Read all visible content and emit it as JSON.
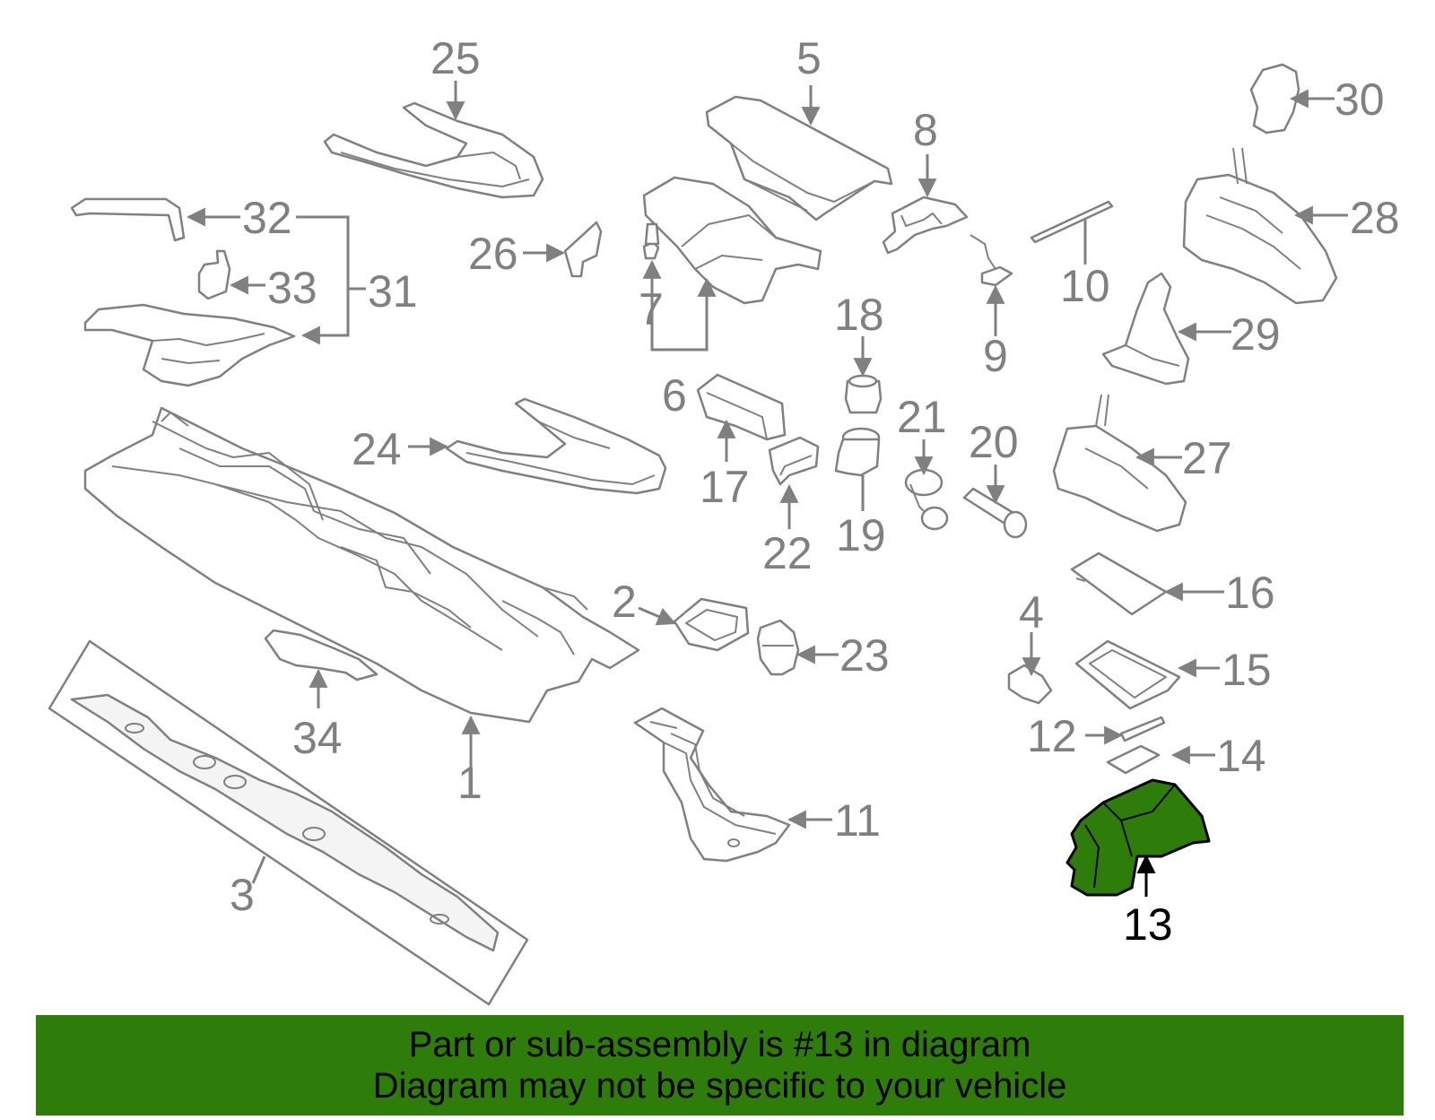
{
  "callouts": {
    "c1": "1",
    "c2": "2",
    "c3": "3",
    "c4": "4",
    "c5": "5",
    "c6": "6",
    "c7": "7",
    "c8": "8",
    "c9": "9",
    "c10": "10",
    "c11": "11",
    "c12": "12",
    "c13": "13",
    "c14": "14",
    "c15": "15",
    "c16": "16",
    "c17": "17",
    "c18": "18",
    "c19": "19",
    "c20": "20",
    "c21": "21",
    "c22": "22",
    "c23": "23",
    "c24": "24",
    "c25": "25",
    "c26": "26",
    "c27": "27",
    "c28": "28",
    "c29": "29",
    "c30": "30",
    "c31": "31",
    "c32": "32",
    "c33": "33",
    "c34": "34"
  },
  "highlight": {
    "part": "13",
    "color": "#2e7d0a"
  },
  "banner": {
    "line1": "Part or sub-assembly is #13 in diagram",
    "line2": "Diagram may not be specific to your vehicle"
  }
}
